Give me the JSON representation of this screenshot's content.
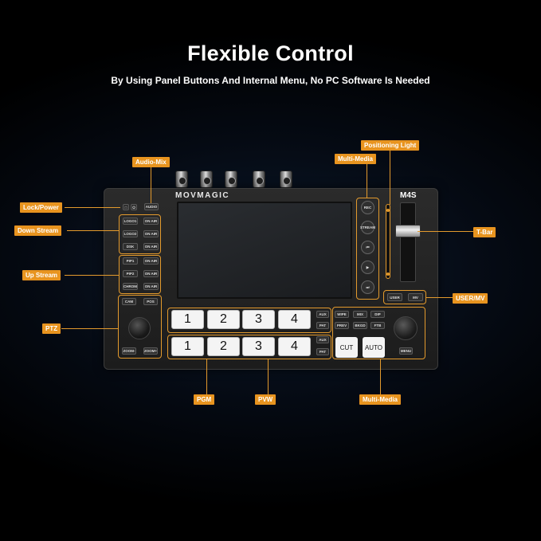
{
  "header": {
    "title": "Flexible Control",
    "subtitle": "By Using Panel Buttons And Internal Menu, No PC Software Is Needed"
  },
  "device": {
    "brand": "MOVMAGIC",
    "model": "M4S",
    "buttons": {
      "lock": "",
      "power": "",
      "audio": "AUDIO",
      "logo1": "LOGO1",
      "logo2": "LOGO2",
      "dsk": "DSK",
      "on_air": "ON AIR",
      "pip1": "PIP1",
      "pip2": "PIP2",
      "chrom": "CHROM",
      "cam": "CAM",
      "pos": "POS",
      "zoom_minus": "ZOOM-",
      "zoom_plus": "ZOOM+",
      "rec": "REC",
      "stream": "STREAM",
      "prev_track": "",
      "play": "",
      "next_track": "",
      "user": "USER",
      "mv": "MV",
      "aux": "AUX",
      "pat": "PAT",
      "wipe": "WIPE",
      "mix": "MIX",
      "dip": "DIP",
      "prev": "PREV",
      "bkgd": "BKGD",
      "ftb": "FTB",
      "cut": "CUT",
      "auto": "AUTO",
      "menu": "MENU"
    },
    "pgm_keys": [
      "1",
      "2",
      "3",
      "4"
    ],
    "pvw_keys": [
      "1",
      "2",
      "3",
      "4"
    ]
  },
  "callouts": {
    "audio_mix": "Audio-Mix",
    "lock_power": "Lock/Power",
    "down_stream": "Down Stream",
    "up_stream": "Up Stream",
    "ptz": "PTZ",
    "positioning_light": "Positioning Light",
    "multi_media_top": "Multi-Media",
    "t_bar": "T-Bar",
    "user_mv": "USER/MV",
    "pgm": "PGM",
    "pvw": "PVW",
    "multi_media_bottom": "Multi-Media"
  },
  "colors": {
    "accent": "#e8941f",
    "background": "#000000"
  }
}
